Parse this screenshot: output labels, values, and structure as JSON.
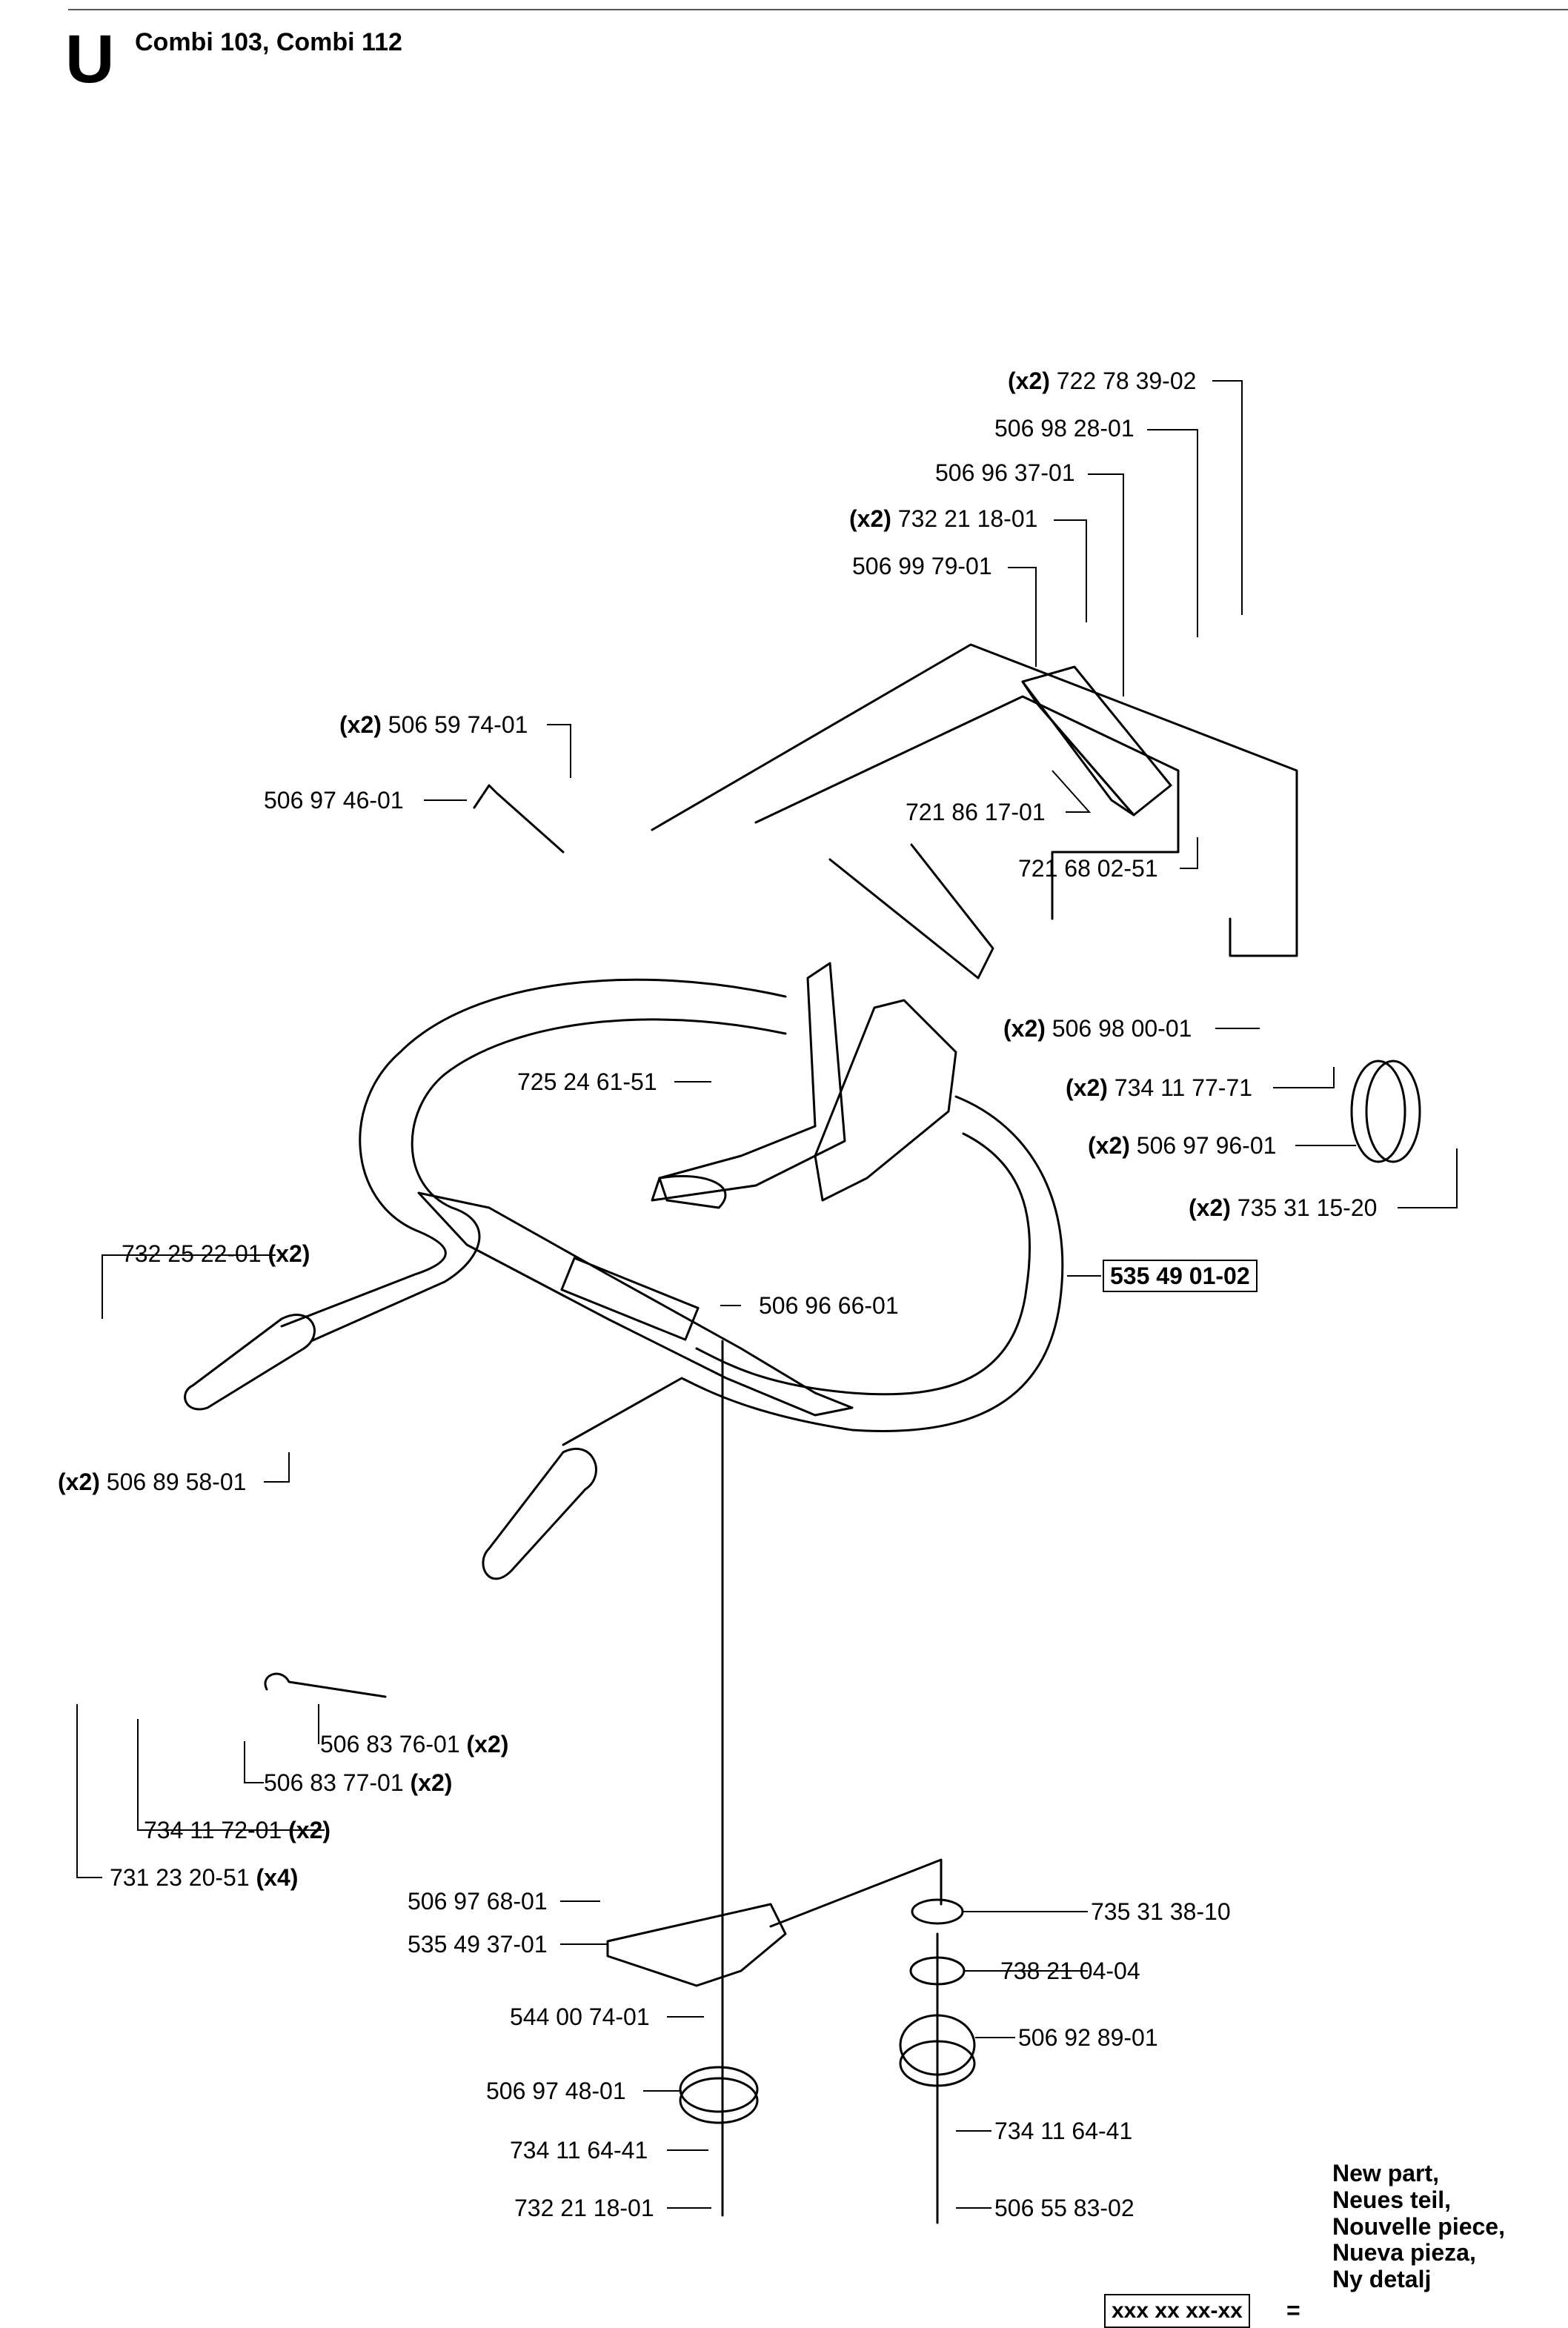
{
  "header": {
    "section_letter": "U",
    "title": "Combi 103, Combi 112"
  },
  "qty_marks": {
    "x2": "(x2)",
    "x4": "(x4)"
  },
  "parts": [
    {
      "id": "p1",
      "qty": "(x2)",
      "number": "722 78 39-02",
      "qty_pos": "before"
    },
    {
      "id": "p2",
      "qty": "",
      "number": "506 98 28-01",
      "qty_pos": "before"
    },
    {
      "id": "p3",
      "qty": "",
      "number": "506 96 37-01",
      "qty_pos": "before"
    },
    {
      "id": "p4",
      "qty": "(x2)",
      "number": "732 21 18-01",
      "qty_pos": "before"
    },
    {
      "id": "p5",
      "qty": "",
      "number": "506 99 79-01",
      "qty_pos": "before"
    },
    {
      "id": "p6",
      "qty": "(x2)",
      "number": "506 59 74-01",
      "qty_pos": "before"
    },
    {
      "id": "p7",
      "qty": "",
      "number": "506 97 46-01",
      "qty_pos": "before"
    },
    {
      "id": "p8",
      "qty": "",
      "number": "721 86 17-01",
      "qty_pos": "before"
    },
    {
      "id": "p9",
      "qty": "",
      "number": "721 68 02-51",
      "qty_pos": "before"
    },
    {
      "id": "p10",
      "qty": "(x2)",
      "number": "506 98 00-01",
      "qty_pos": "before"
    },
    {
      "id": "p11",
      "qty": "(x2)",
      "number": "734 11 77-71",
      "qty_pos": "before"
    },
    {
      "id": "p12",
      "qty": "(x2)",
      "number": "506 97 96-01",
      "qty_pos": "before"
    },
    {
      "id": "p13",
      "qty": "(x2)",
      "number": "735 31 15-20",
      "qty_pos": "before"
    },
    {
      "id": "p14",
      "qty": "",
      "number": "725 24 61-51",
      "qty_pos": "before"
    },
    {
      "id": "p15",
      "qty": "(x2)",
      "number": "732 25 22-01",
      "qty_pos": "after"
    },
    {
      "id": "p16",
      "qty": "",
      "number": "506 96 66-01",
      "qty_pos": "before"
    },
    {
      "id": "p17",
      "qty": "(x2)",
      "number": "506 89 58-01",
      "qty_pos": "before"
    },
    {
      "id": "p18",
      "qty": "(x2)",
      "number": "506 83 76-01",
      "qty_pos": "after"
    },
    {
      "id": "p19",
      "qty": "(x2)",
      "number": "506 83 77-01",
      "qty_pos": "after"
    },
    {
      "id": "p20",
      "qty": "(x2)",
      "number": "734 11 72-01",
      "qty_pos": "after"
    },
    {
      "id": "p21",
      "qty": "(x4)",
      "number": "731 23 20-51",
      "qty_pos": "after"
    },
    {
      "id": "p22",
      "qty": "",
      "number": "506 97 68-01",
      "qty_pos": "before"
    },
    {
      "id": "p23",
      "qty": "",
      "number": "535 49 37-01",
      "qty_pos": "before"
    },
    {
      "id": "p24",
      "qty": "",
      "number": "544 00 74-01",
      "qty_pos": "before"
    },
    {
      "id": "p25",
      "qty": "",
      "number": "506 97 48-01",
      "qty_pos": "before"
    },
    {
      "id": "p26",
      "qty": "",
      "number": "734 11 64-41",
      "qty_pos": "before"
    },
    {
      "id": "p27",
      "qty": "",
      "number": "732 21 18-01",
      "qty_pos": "before"
    },
    {
      "id": "p28",
      "qty": "",
      "number": "735 31 38-10",
      "qty_pos": "before"
    },
    {
      "id": "p29",
      "qty": "",
      "number": "738 21 04-04",
      "qty_pos": "before"
    },
    {
      "id": "p30",
      "qty": "",
      "number": "506 92 89-01",
      "qty_pos": "before"
    },
    {
      "id": "p31",
      "qty": "",
      "number": "734 11 64-41",
      "qty_pos": "before"
    },
    {
      "id": "p32",
      "qty": "",
      "number": "506 55 83-02",
      "qty_pos": "before"
    }
  ],
  "assembly": {
    "number": "535 49 01-02"
  },
  "legend": {
    "lines": [
      "New part,",
      "Neues teil,",
      "Nouvelle piece,",
      "Nueva pieza,",
      "Ny detalj"
    ],
    "box_text": "xxx xx xx-xx",
    "equals": "="
  }
}
